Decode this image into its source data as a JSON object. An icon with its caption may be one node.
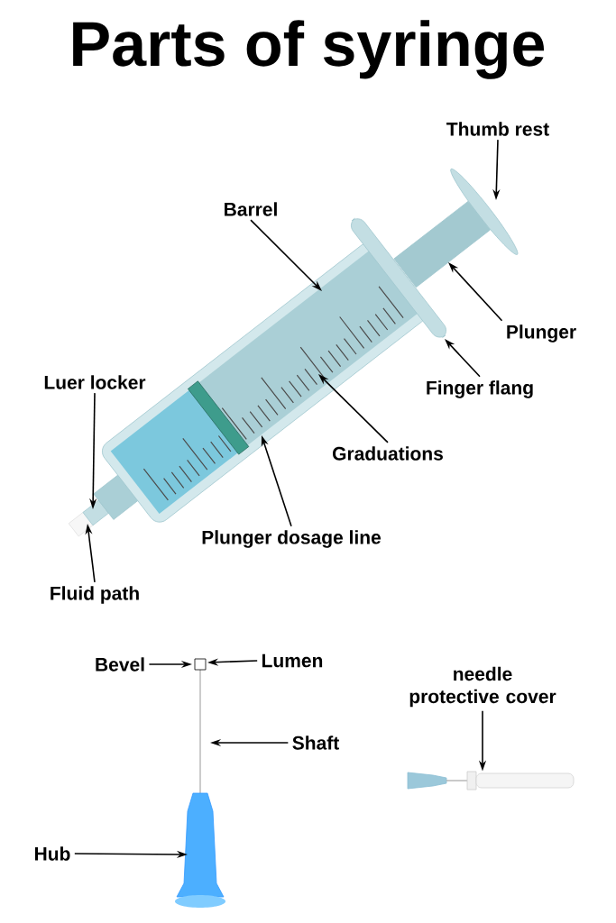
{
  "diagram": {
    "title": "Parts of syringe",
    "nodes": [
      {
        "text": [
          "Thumb rest"
        ]
      },
      {
        "text": [
          "Barrel"
        ]
      },
      {
        "text": [
          "Plunger"
        ]
      },
      {
        "text": [
          "Finger flang"
        ]
      },
      {
        "text": [
          "Luer locker"
        ]
      },
      {
        "text": [
          "Graduations"
        ]
      },
      {
        "text": [
          "Plunger dosage line"
        ]
      },
      {
        "text": [
          "Fluid path"
        ]
      },
      {
        "text": [
          "Bevel"
        ]
      },
      {
        "text": [
          "Lumen"
        ]
      },
      {
        "text": [
          "needle protective cover"
        ]
      },
      {
        "text": [
          "Shaft"
        ]
      },
      {
        "text": [
          "Hub"
        ]
      },
      {
        "text": [],
        "shape": "picture"
      },
      {
        "text": [],
        "shape": "picture"
      },
      {
        "text": [],
        "shape": "picture"
      },
      {
        "text": [],
        "shape": "picture"
      },
      {
        "text": [],
        "shape": "picture"
      }
    ],
    "edges": [
      {
        "from": 0,
        "to": 14,
        "arrow": "to"
      },
      {
        "from": 1,
        "to": null,
        "arrow": "to"
      },
      {
        "from": 2,
        "to": 16,
        "arrow": "to"
      },
      {
        "from": 3,
        "to": 17,
        "arrow": "to"
      },
      {
        "from": 4,
        "to": null,
        "arrow": "to"
      },
      {
        "from": 5,
        "to": null,
        "arrow": "to"
      },
      {
        "from": 6,
        "to": 15,
        "arrow": "to"
      },
      {
        "from": 7,
        "to": null,
        "arrow": "to"
      },
      {
        "from": 8,
        "to": null,
        "arrow": "to"
      },
      {
        "from": 9,
        "to": null,
        "arrow": "to"
      },
      {
        "from": 10,
        "to": 13,
        "arrow": "to"
      },
      {
        "from": 11,
        "to": null,
        "arrow": "to"
      },
      {
        "from": 12,
        "to": null,
        "arrow": "to"
      }
    ]
  }
}
